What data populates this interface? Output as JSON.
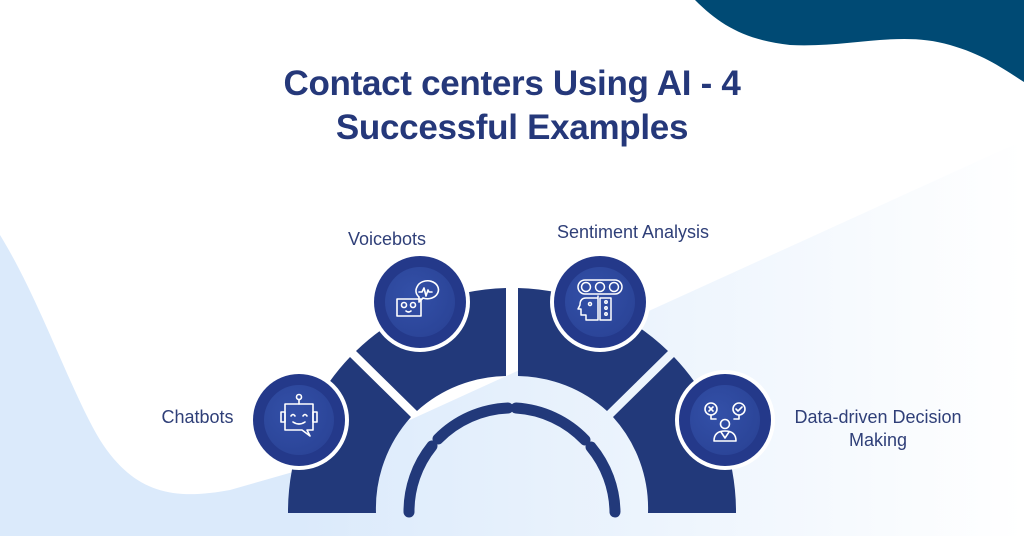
{
  "title": {
    "line1": "Contact centers Using AI - 4",
    "line2": "Successful Examples"
  },
  "items": [
    {
      "label": "Chatbots",
      "icon": "chatbot-icon"
    },
    {
      "label": "Voicebots",
      "icon": "voicebot-icon"
    },
    {
      "label": "Sentiment Analysis",
      "icon": "sentiment-analysis-icon"
    },
    {
      "label_line1": "Data-driven Decision",
      "label_line2": "Making",
      "icon": "decision-making-icon"
    }
  ],
  "colors": {
    "title": "#25387a",
    "label": "#2f3f78",
    "segment": "#22397a",
    "circle_outer": "#24398a",
    "circle_inner": "#2f4aa0",
    "wave_dark": "#004a74",
    "light_blue": "#dbeafb",
    "background": "#ffffff"
  }
}
